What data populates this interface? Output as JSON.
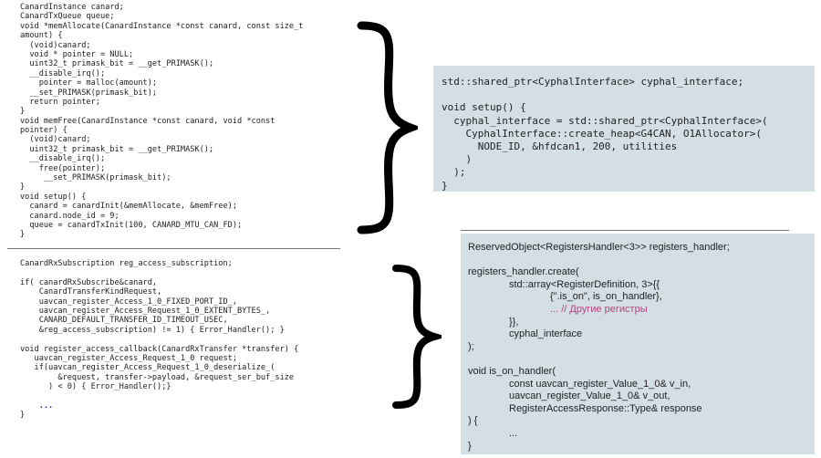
{
  "left_code": {
    "block1": [
      "CanardInstance canard;",
      "CanardTxQueue queue;",
      "void *memAllocate(CanardInstance *const canard, const size_t",
      "amount) {",
      "  (void)canard;",
      "  void * pointer = NULL;",
      "  uint32_t primask_bit = __get_PRIMASK();",
      "  __disable_irq();",
      "    pointer = malloc(amount);",
      "  __set_PRIMASK(primask_bit);",
      "  return pointer;",
      "}",
      "void memFree(CanardInstance *const canard, void *const",
      "pointer) {",
      "  (void)canard;",
      "  uint32_t primask_bit = __get_PRIMASK();",
      "  __disable_irq();",
      "    free(pointer);",
      "     __set_PRIMASK(primask_bit);",
      "}",
      "void setup() {",
      "  canard = canardInit(&memAllocate, &memFree);",
      "  canard.node_id = 9;",
      "  queue = canardTxInit(100, CANARD_MTU_CAN_FD);",
      "}"
    ],
    "block2": [
      "CanardRxSubscription reg_access_subscription;",
      "",
      "if( canardRxSubscribe&canard,",
      "    CanardTransferKindRequest,",
      "    uavcan_register_Access_1_0_FIXED_PORT_ID_,",
      "    uavcan_register_Access_Request_1_0_EXTENT_BYTES_,",
      "    CANARD_DEFAULT_TRANSFER_ID_TIMEOUT_USEC,",
      "    &reg_access_subscription) != 1) { Error_Handler(); }",
      "",
      "void register_access_callback(CanardRxTransfer *transfer) {",
      "   uavcan_register_Access_Request_1_0 request;",
      "   if(uavcan_register_Access_Request_1_0_deserialize_(",
      "        &request, transfer->payload, &request_ser_buf_size",
      "      ) < 0) { Error_Handler();}",
      "",
      "    ...",
      "}"
    ],
    "ellipsis_color": "#2222cc"
  },
  "right_box1": [
    "std::shared_ptr<CyphalInterface> cyphal_interface;",
    "",
    "void setup() {",
    "  cyphal_interface = std::shared_ptr<CyphalInterface>(",
    "    CyphalInterface::create_heap<G4CAN, O1Allocator>(",
    "      NODE_ID, &hfdcan1, 200, utilities",
    "    )",
    "  );",
    "}"
  ],
  "right_box2": [
    {
      "text": "ReservedObject<RegistersHandler<3>> registers_handler;",
      "indent": 0
    },
    {
      "text": "",
      "indent": 0
    },
    {
      "text": "registers_handler.create(",
      "indent": 0
    },
    {
      "text": "std::array<RegisterDefinition, 3>{{",
      "indent": 1
    },
    {
      "text": "{\".is_on\", is_on_handler},",
      "indent": 2
    },
    {
      "text": "... // Другие регистры",
      "indent": 2,
      "color": "#b0457f"
    },
    {
      "text": "}},",
      "indent": 1
    },
    {
      "text": "cyphal_interface",
      "indent": 1
    },
    {
      "text": ");",
      "indent": 0
    },
    {
      "text": "",
      "indent": 0
    },
    {
      "text": "void is_on_handler(",
      "indent": 0
    },
    {
      "text": "const uavcan_register_Value_1_0& v_in,",
      "indent": 1
    },
    {
      "text": "uavcan_register_Value_1_0& v_out,",
      "indent": 1
    },
    {
      "text": "RegisterAccessResponse::Type& response",
      "indent": 1
    },
    {
      "text": ") {",
      "indent": 0
    },
    {
      "text": "...",
      "indent": 1
    },
    {
      "text": "}",
      "indent": 0
    }
  ],
  "colors": {
    "box_bg": "#d3dfe4",
    "brace": "#000000"
  }
}
